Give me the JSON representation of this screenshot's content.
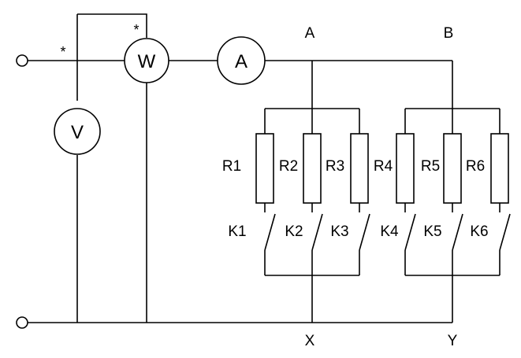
{
  "meters": {
    "wattmeter": "W",
    "ammeter": "A",
    "voltmeter": "V",
    "polarity_mark": "*"
  },
  "nodes": {
    "top_left": "A",
    "top_right": "B",
    "bottom_left": "X",
    "bottom_right": "Y"
  },
  "resistors": [
    "R1",
    "R2",
    "R3",
    "R4",
    "R5",
    "R6"
  ],
  "switches": [
    "K1",
    "K2",
    "K3",
    "K4",
    "K5",
    "K6"
  ]
}
